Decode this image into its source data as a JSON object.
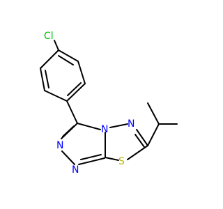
{
  "atoms": {
    "chlorine": "Cl",
    "n_upper_left": "N",
    "n_lower_left": "N",
    "n_bridge": "N",
    "n_right": "N",
    "sulfur": "S"
  },
  "colors": {
    "bond": "#000000",
    "chlorine": "#00c000",
    "nitrogen": "#0000ff",
    "sulfur": "#b8b800",
    "background": "#ffffff"
  }
}
